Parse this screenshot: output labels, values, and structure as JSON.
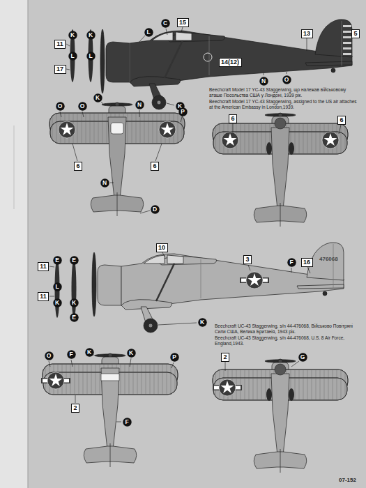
{
  "diagram": {
    "nodes": [
      {
        "text": [
          "11"
        ]
      },
      {
        "text": [
          "17"
        ]
      },
      {
        "text": [
          "K"
        ]
      },
      {
        "text": [
          "L"
        ]
      },
      {
        "text": [
          "K"
        ]
      },
      {
        "text": [
          "L"
        ]
      },
      {
        "text": [
          "L"
        ]
      },
      {
        "text": [
          "C"
        ]
      },
      {
        "text": [
          "15"
        ]
      },
      {
        "text": [
          "13"
        ]
      },
      {
        "text": [
          "5"
        ]
      },
      {
        "text": [
          "14(12)"
        ]
      },
      {
        "text": [
          "N"
        ]
      },
      {
        "text": [
          "O"
        ]
      },
      {
        "text": [
          "K"
        ]
      },
      {
        "text": [
          "O"
        ]
      },
      {
        "text": [
          "O"
        ]
      },
      {
        "text": [
          "K"
        ]
      },
      {
        "text": [
          "N"
        ]
      },
      {
        "text": [
          "P"
        ]
      },
      {
        "text": [
          "6"
        ]
      },
      {
        "text": [
          "6"
        ]
      },
      {
        "text": [
          "6"
        ]
      },
      {
        "text": [
          "6"
        ]
      },
      {
        "text": [
          "N"
        ]
      },
      {
        "text": [
          "D"
        ]
      },
      {
        "text": [
          "11"
        ]
      },
      {
        "text": [
          "E"
        ]
      },
      {
        "text": [
          "E"
        ]
      },
      {
        "text": [
          "L"
        ]
      },
      {
        "text": [
          "11"
        ]
      },
      {
        "text": [
          "K"
        ]
      },
      {
        "text": [
          "K"
        ]
      },
      {
        "text": [
          "E"
        ]
      },
      {
        "text": [
          "10"
        ]
      },
      {
        "text": [
          "3"
        ]
      },
      {
        "text": [
          "F"
        ]
      },
      {
        "text": [
          "16"
        ]
      },
      {
        "text": [
          "K"
        ]
      },
      {
        "text": [
          "O"
        ]
      },
      {
        "text": [
          "F"
        ]
      },
      {
        "text": [
          "K"
        ]
      },
      {
        "text": [
          "K"
        ]
      },
      {
        "text": [
          "P"
        ]
      },
      {
        "text": [
          "2"
        ]
      },
      {
        "text": [
          "G"
        ]
      },
      {
        "text": [
          "2"
        ]
      },
      {
        "text": [
          "F"
        ]
      }
    ],
    "labels": [
      "Beechcraft Model 17 YC-43 Staggerwing, що належав військовому аташе Посольства США у Лондоні, 1939 рік.",
      "Beechcraft Model 17 YC-43 Staggerwing, assigned to the US air attaches at the American Embassy in London,1939.",
      "476068",
      "Beechcraft UC-43 Staggerwing, s/n 44-476068, Військово Повітряні Сили США, Велика Британія, 1943 рік.",
      "Beechcraft UC-43 Staggerwing, s/n 44-476068, U.S. 8 Air Force, England,1943.",
      "07-152"
    ]
  }
}
